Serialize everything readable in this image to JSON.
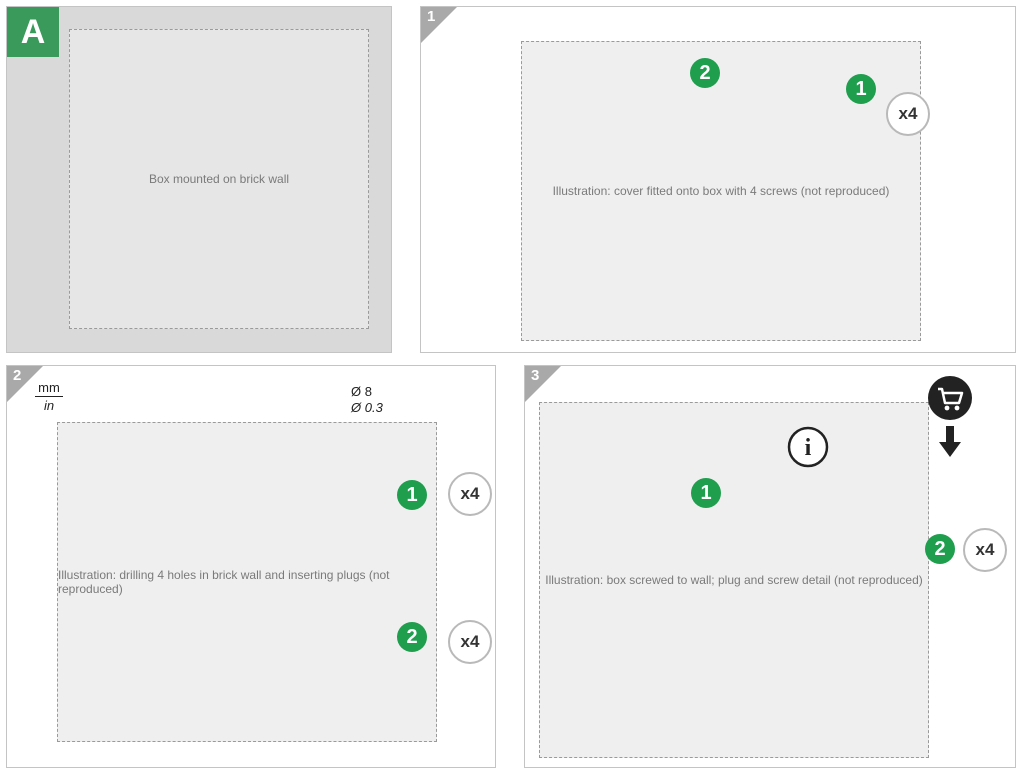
{
  "panel_a": {
    "label": "A"
  },
  "panel_1": {
    "corner_number": "1",
    "steps": {
      "first": "1",
      "second": "2"
    },
    "quantity": "x4",
    "figure": "Illustration: cover fitted onto box with 4 screws (not reproduced)"
  },
  "panel_2": {
    "corner_number": "2",
    "units": {
      "primary": "mm",
      "secondary": "in"
    },
    "drill_diameter": {
      "mm": "Ø 8",
      "in": "Ø 0.3"
    },
    "steps": {
      "first": "1",
      "second": "2"
    },
    "quantity_first": "x4",
    "quantity_second": "x4",
    "figure": "Illustration: drilling 4 holes in brick wall and inserting plugs (not reproduced)"
  },
  "panel_3": {
    "corner_number": "3",
    "steps": {
      "first": "1",
      "second": "2"
    },
    "quantity": "x4",
    "info_glyph": "i",
    "figure": "Illustration: box screwed to wall; plug and screw detail (not reproduced)"
  },
  "icons": {
    "info": "info-icon",
    "cart": "shopping-cart-icon",
    "arrow": "down-arrow-icon"
  }
}
